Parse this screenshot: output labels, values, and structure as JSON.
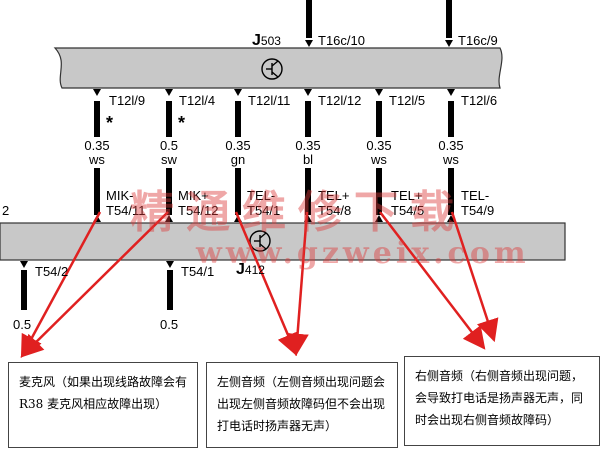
{
  "top_module": {
    "name": "J",
    "name_sub": "503",
    "top_pins": [
      "T16c/10",
      "T16c/9"
    ],
    "bottom_pins": [
      "T12l/9",
      "T12l/4",
      "T12l/11",
      "T12l/12",
      "T12l/5",
      "T12l/6"
    ]
  },
  "wires": [
    {
      "mark": "*",
      "size": "0.35",
      "color": "ws"
    },
    {
      "mark": "*",
      "size": "0.5",
      "color": "sw"
    },
    {
      "mark": "",
      "size": "0.35",
      "color": "gn"
    },
    {
      "mark": "",
      "size": "0.35",
      "color": "bl"
    },
    {
      "mark": "",
      "size": "0.35",
      "color": "ws"
    },
    {
      "mark": "",
      "size": "0.35",
      "color": "ws"
    }
  ],
  "bottom_module": {
    "name": "J",
    "name_sub": "412",
    "left_edge_label": "2",
    "signals": [
      "MIK-",
      "MIK+",
      "TEL-",
      "TEL+",
      "TEL+",
      "TEL-"
    ],
    "top_pins": [
      "T54/11",
      "T54/12",
      "T54/1",
      "T54/8",
      "T54/5",
      "T54/9"
    ],
    "bottom_pins": [
      "T54/2",
      "T54/1"
    ],
    "bottom_wire_sizes": [
      "0.5",
      "0.5"
    ]
  },
  "notes": [
    {
      "text": "麦克风（如果出现线路故障会有 R38 麦克风相应故障出现）"
    },
    {
      "text": "左侧音频（左侧音频出现问题会出现左侧音频故障码但不会出现打电话时扬声器无声）"
    },
    {
      "text": "右侧音频（右侧音频出现问题，会导致打电话是扬声器无声，同时会出现右侧音频故障码）"
    }
  ],
  "watermark": {
    "text": "精通维修下载",
    "url": "www.gzweix.com"
  },
  "colors": {
    "module_fill": "#c8c8c8",
    "module_stroke": "#333333",
    "wire": "#000000",
    "arrow": "#e02020",
    "watermark": "#dc3c3c"
  }
}
